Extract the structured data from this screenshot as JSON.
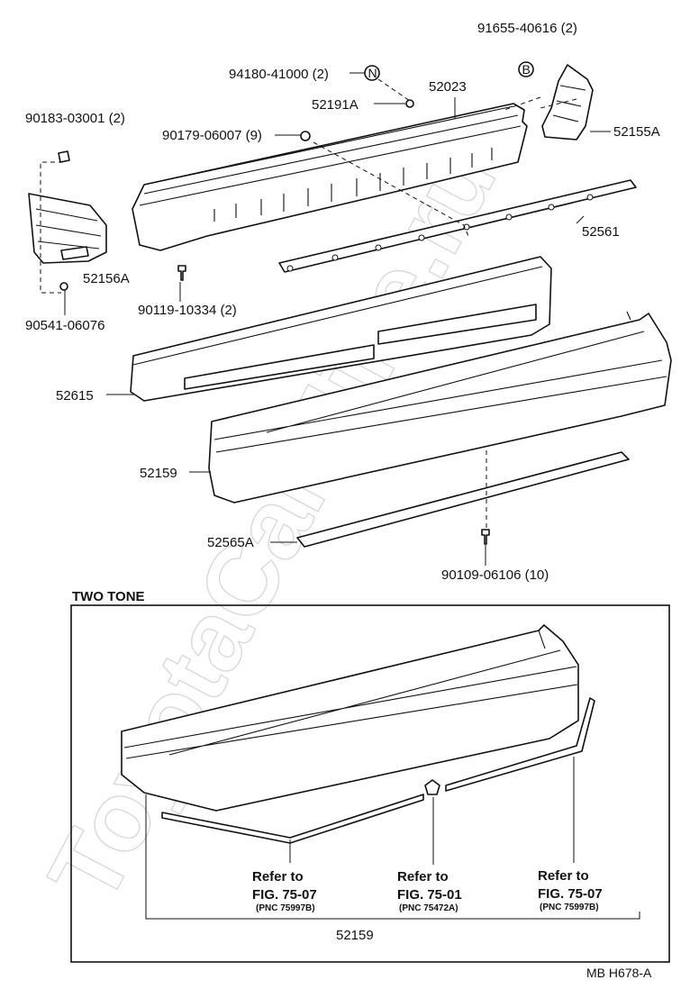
{
  "parts": {
    "p91655": "91655-40616 (2)",
    "p94180": "94180-41000 (2)",
    "p52023": "52023",
    "p52191A": "52191A",
    "p90183": "90183-03001 (2)",
    "p90179": "90179-06007 (9)",
    "p52155A": "52155A",
    "p52561": "52561",
    "p52156A": "52156A",
    "p90119": "90119-10334 (2)",
    "p90541": "90541-06076",
    "p52615": "52615",
    "p52159": "52159",
    "p52565A": "52565A",
    "p90109": "90109-06106 (10)"
  },
  "markers": {
    "n": "N",
    "b": "B"
  },
  "two_tone": {
    "title": "TWO  TONE",
    "refs": [
      {
        "line1": "Refer to",
        "fig": "FIG. 75-07",
        "pnc": "(PNC 75997B)"
      },
      {
        "line1": "Refer to",
        "fig": "FIG. 75-01",
        "pnc": "(PNC 75472A)"
      },
      {
        "line1": "Refer to",
        "fig": "FIG. 75-07",
        "pnc": "(PNC 75997B)"
      }
    ],
    "part": "52159"
  },
  "footer_code": "MB  H678-A",
  "watermark": "ToyotaCarMine.ru"
}
